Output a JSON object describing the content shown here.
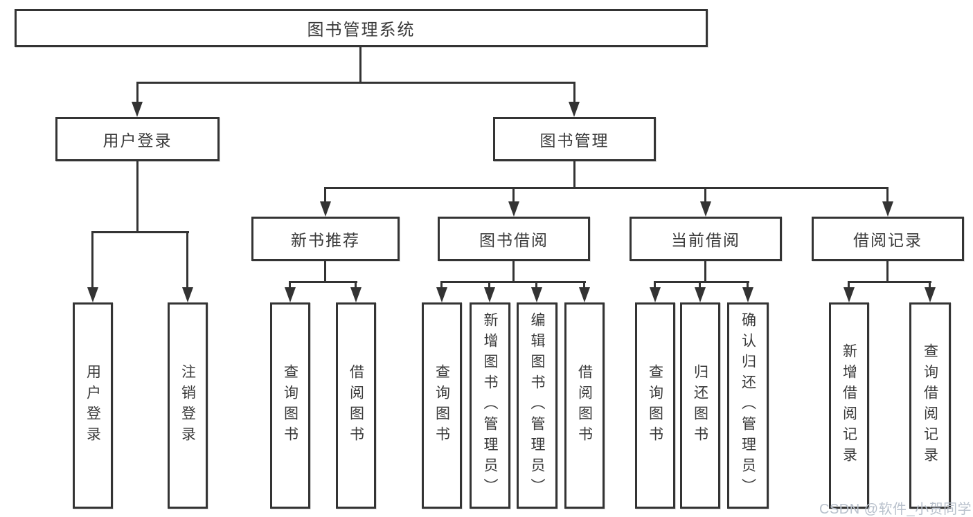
{
  "diagram": {
    "tree": {
      "label": "图书管理系统",
      "children": [
        {
          "label": "用户登录",
          "children": [
            {
              "label": "用户登录"
            },
            {
              "label": "注销登录"
            }
          ]
        },
        {
          "label": "图书管理",
          "children": [
            {
              "label": "新书推荐",
              "children": [
                {
                  "label": "查询图书"
                },
                {
                  "label": "借阅图书"
                }
              ]
            },
            {
              "label": "图书借阅",
              "children": [
                {
                  "label": "查询图书"
                },
                {
                  "label": "新增图书（管理员）"
                },
                {
                  "label": "编辑图书（管理员）"
                },
                {
                  "label": "借阅图书"
                }
              ]
            },
            {
              "label": "当前借阅",
              "children": [
                {
                  "label": "查询图书"
                },
                {
                  "label": "归还图书"
                },
                {
                  "label": "确认归还（管理员）"
                }
              ]
            },
            {
              "label": "借阅记录",
              "children": [
                {
                  "label": "新增借阅记录"
                },
                {
                  "label": "查询借阅记录"
                }
              ]
            }
          ]
        }
      ]
    },
    "watermark": "CSDN @软件_小贺同学",
    "colors": {
      "line": "#333333",
      "text": "#3a3a3a",
      "watermark": "#b9c1cc",
      "background": "#ffffff"
    }
  }
}
